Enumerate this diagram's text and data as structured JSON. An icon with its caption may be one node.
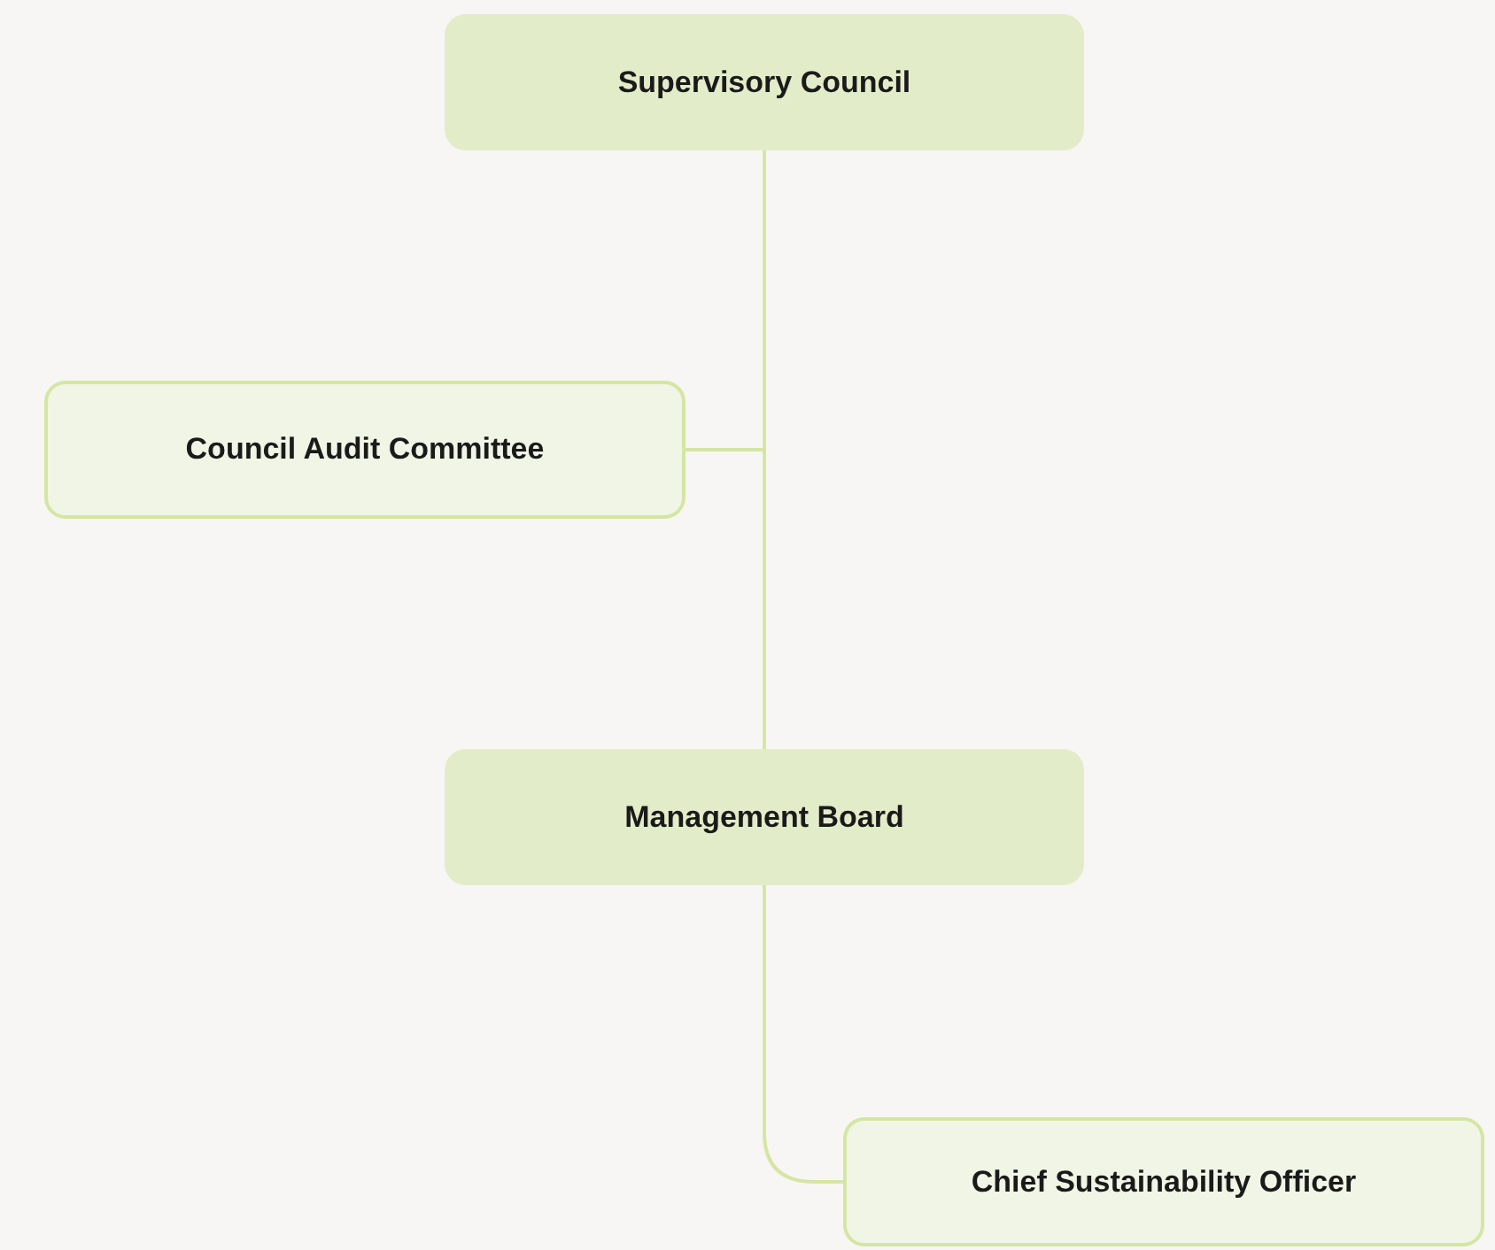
{
  "diagram": {
    "nodes": [
      {
        "text": [
          "Supervisory Council"
        ]
      },
      {
        "text": [
          "Council Audit Committee"
        ]
      },
      {
        "text": [
          "Management Board"
        ]
      },
      {
        "text": [
          "Chief Sustainability Officer"
        ]
      }
    ],
    "edges": [
      {
        "from": 0,
        "to": 2,
        "arrow": "none"
      },
      {
        "from": 0,
        "to": 1,
        "arrow": "none"
      },
      {
        "from": 2,
        "to": 3,
        "arrow": "none"
      }
    ]
  }
}
